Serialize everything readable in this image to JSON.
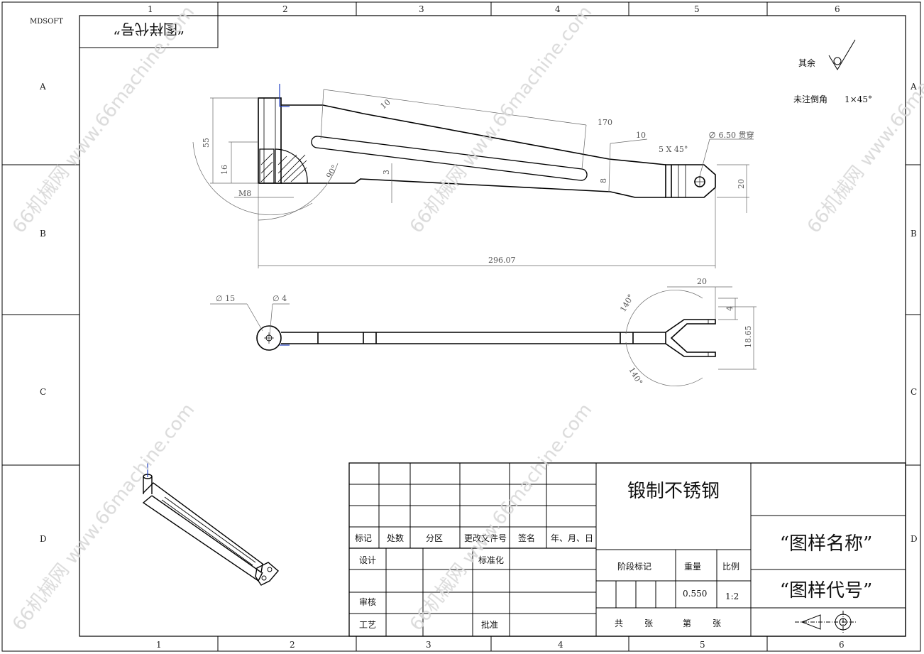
{
  "frame": {
    "columns_top": [
      "1",
      "2",
      "3",
      "4",
      "5",
      "6"
    ],
    "columns_bottom": [
      "1",
      "2",
      "3",
      "4",
      "5",
      "6"
    ],
    "rows_left": [
      "A",
      "B",
      "C",
      "D"
    ],
    "rows_right": [
      "A",
      "B",
      "C",
      "D"
    ],
    "software": "MDSOFT",
    "corner_code": "“图样代号”"
  },
  "notes": {
    "surface_finish": "其余",
    "chamfer_label": "未注倒角",
    "chamfer_value": "1×45°"
  },
  "dimensions": {
    "front_len": "10",
    "front_170": "170",
    "front_10b": "10",
    "front_chamfer": "5 X 45°",
    "front_hole": "∅ 6.50 贯穿",
    "front_h55": "55",
    "front_h16": "16",
    "front_m8": "M8",
    "front_angle": "90°",
    "front_3": "3",
    "front_8": "8",
    "front_20": "20",
    "front_total": "296.07",
    "top_d15": "∅ 15",
    "top_d4": "∅ 4",
    "top_20": "20",
    "top_4": "4",
    "top_1865": "18.65",
    "top_angle1": "140°",
    "top_angle2": "140°"
  },
  "title_block": {
    "revision_headers": [
      "标记",
      "处数",
      "分区",
      "更改文件号",
      "签名",
      "年、月、日"
    ],
    "design": "设计",
    "standard": "标准化",
    "review": "审核",
    "process": "工艺",
    "approve": "批准",
    "material": "锻制不锈钢",
    "stage_mark": "阶段标记",
    "weight_label": "重量",
    "scale_label": "比例",
    "weight_value": "0.550",
    "scale_value": "1:2",
    "total": "共",
    "sheet_word": "张",
    "page": "第",
    "page_sheet": "张",
    "drawing_name": "“图样名称”",
    "drawing_code": "“图样代号”"
  },
  "watermark": "66机械网 www.66machine.com"
}
